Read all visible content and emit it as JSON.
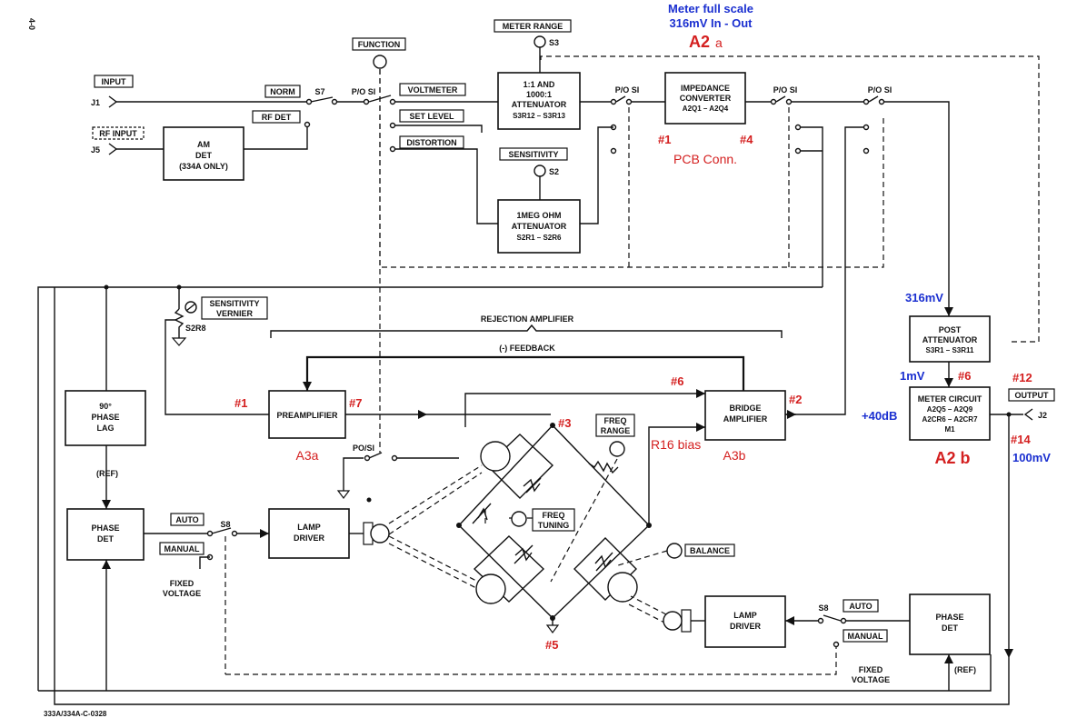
{
  "page_label": "4-0",
  "footer_code": "333A/334A-C-0328",
  "annotations": {
    "meter_full_scale_1": "Meter full scale",
    "meter_full_scale_2": "316mV In - Out",
    "a2a_big": "A2",
    "a2a_small": "a",
    "pcb_conn": "PCB Conn.",
    "n1_top": "#1",
    "n4_top": "#4",
    "v316": "316mV",
    "v1mv": "1mV",
    "n6_right": "#6",
    "n12": "#12",
    "plus40": "+40dB",
    "n14": "#14",
    "v100mv": "100mV",
    "a2b": "A2 b",
    "n1_pre": "#1",
    "n7_pre": "#7",
    "a3a": "A3a",
    "n6_bridge": "#6",
    "n2_bridge": "#2",
    "n3": "#3",
    "r16": "R16 bias",
    "a3b": "A3b",
    "n5": "#5"
  },
  "labels": {
    "input": "INPUT",
    "j1": "J1",
    "rf_input": "RF INPUT",
    "j5": "J5",
    "norm": "NORM",
    "s7": "S7",
    "po_si_1": "P/O SI",
    "rf_det": "RF DET",
    "function": "FUNCTION",
    "voltmeter": "VOLTMETER",
    "set_level": "SET LEVEL",
    "distortion": "DISTORTION",
    "meter_range": "METER RANGE",
    "s3": "S3",
    "sensitivity": "SENSITIVITY",
    "s2": "S2",
    "po_si_2": "P/O SI",
    "po_si_3": "P/O SI",
    "po_si_4": "P/O SI",
    "po_si_5": "PO/SI",
    "sens_vernier_1": "SENSITIVITY",
    "sens_vernier_2": "VERNIER",
    "s2r8": "S2R8",
    "rejection_amp": "REJECTION AMPLIFIER",
    "feedback": "(-) FEEDBACK",
    "ref_left": "(REF)",
    "auto_left": "AUTO",
    "s8_left": "S8",
    "manual_left": "MANUAL",
    "fixed_left_1": "FIXED",
    "fixed_left_2": "VOLTAGE",
    "freq_range_1": "FREQ",
    "freq_range_2": "RANGE",
    "freq_tuning_1": "FREQ",
    "freq_tuning_2": "TUNING",
    "balance": "BALANCE",
    "auto_right": "AUTO",
    "s8_right": "S8",
    "manual_right": "MANUAL",
    "fixed_right_1": "FIXED",
    "fixed_right_2": "VOLTAGE",
    "ref_right": "(REF)",
    "output": "OUTPUT",
    "j2": "J2"
  },
  "blocks": {
    "am_det": [
      "AM",
      "DET",
      "(334A ONLY)"
    ],
    "attenuator": [
      "1:1 AND",
      "1000:1",
      "ATTENUATOR",
      "S3R12 – S3R13"
    ],
    "imp_conv": [
      "IMPEDANCE",
      "CONVERTER",
      "A2Q1 – A2Q4"
    ],
    "meg_att": [
      "1MEG OHM",
      "ATTENUATOR",
      "S2R1 – S2R6"
    ],
    "post_att": [
      "POST",
      "ATTENUATOR",
      "S3R1 – S3R11"
    ],
    "meter_circuit": [
      "METER CIRCUIT",
      "A2Q5 – A2Q9",
      "A2CR6 – A2CR7",
      "M1"
    ],
    "phase_lag": [
      "90°",
      "PHASE",
      "LAG"
    ],
    "preamp": [
      "PREAMPLIFIER"
    ],
    "bridge_amp": [
      "BRIDGE",
      "AMPLIFIER"
    ],
    "phase_det_left": [
      "PHASE",
      "DET"
    ],
    "lamp_driver_left": [
      "LAMP",
      "DRIVER"
    ],
    "lamp_driver_right": [
      "LAMP",
      "DRIVER"
    ],
    "phase_det_right": [
      "PHASE",
      "DET"
    ]
  }
}
